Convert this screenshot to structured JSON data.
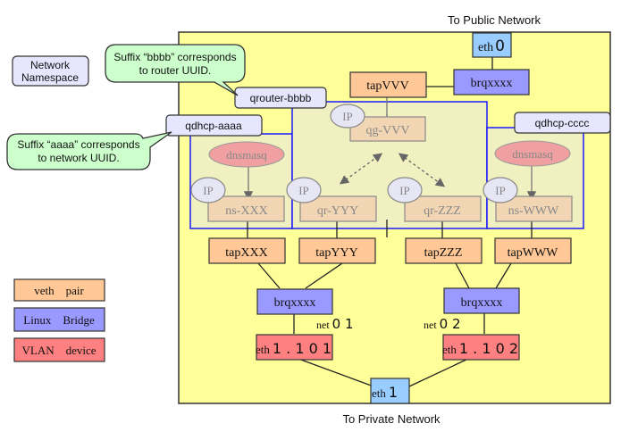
{
  "labels": {
    "public_network": "To Public Network",
    "private_network": "To Private Network"
  },
  "legend": {
    "namespace": [
      "Network",
      "Namespace"
    ],
    "veth_pair": "veth    pair",
    "linux_bridge": "Linux    Bridge",
    "vlan_device": "VLAN    device"
  },
  "callouts": {
    "router": [
      "Suffix “bbbb” corresponds",
      "to router UUID."
    ],
    "network": [
      "Suffix “aaaa” corresponds",
      "to network UUID."
    ]
  },
  "namespaces": {
    "qrouter": "qrouter-bbbb",
    "qdhcp_left": "qdhcp-aaaa",
    "qdhcp_right": "qdhcp-cccc"
  },
  "devices": {
    "eth0_prefix": "eth",
    "eth0_num": "0",
    "brq_top": "brqxxxx",
    "tap_vvv": "tapVVV",
    "qg": "qg-VVV",
    "dnsmasq": "dnsmasq",
    "ip": "IP",
    "ns_xxx": "ns-XXX",
    "qr_yyy": "qr-YYY",
    "qr_zzz": "qr-ZZZ",
    "ns_www": "ns-WWW",
    "tap_xxx": "tapXXX",
    "tap_yyy": "tapYYY",
    "tap_zzz": "tapZZZ",
    "tap_www": "tapWWW",
    "brq_left": "brqxxxx",
    "brq_right": "brqxxxx",
    "net01_prefix": "net",
    "net01_num": "0 1",
    "net02_prefix": "net",
    "net02_num": "0 2",
    "vlan101_prefix": "eth",
    "vlan101_num": "1 . 1 0 1",
    "vlan102_prefix": "eth",
    "vlan102_num": "1 . 1 0 2",
    "eth1_prefix": "eth",
    "eth1_num": "1"
  },
  "colors": {
    "host": "#ffff99",
    "namespace_fill": "#f0f0c0",
    "namespace_border": "#1a1aff",
    "veth": "#ffc896",
    "bridge": "#9999ff",
    "vlan": "#ff8080",
    "eth": "#99ccff",
    "callout": "#ccffcc",
    "namespace_tag": "#e6e6ff",
    "dnsmasq": "#f0a0a0"
  }
}
